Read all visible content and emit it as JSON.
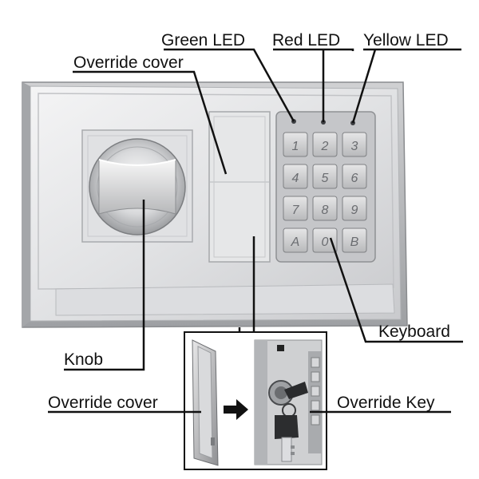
{
  "labels": {
    "green_led": "Green LED",
    "red_led": "Red LED",
    "yellow_led": "Yellow LED",
    "override_cover_top": "Override cover",
    "keyboard": "Keyboard",
    "knob": "Knob",
    "override_cover_bottom": "Override cover",
    "override_key": "Override Key"
  },
  "keypad": {
    "keys": [
      "1",
      "2",
      "3",
      "4",
      "5",
      "6",
      "7",
      "8",
      "9",
      "A",
      "0",
      "B"
    ]
  },
  "colors": {
    "panel": "#e2e3e5",
    "panel_dark": "#b9bbbe",
    "keypad": "#c9cacc",
    "leader_line": "#111111"
  }
}
